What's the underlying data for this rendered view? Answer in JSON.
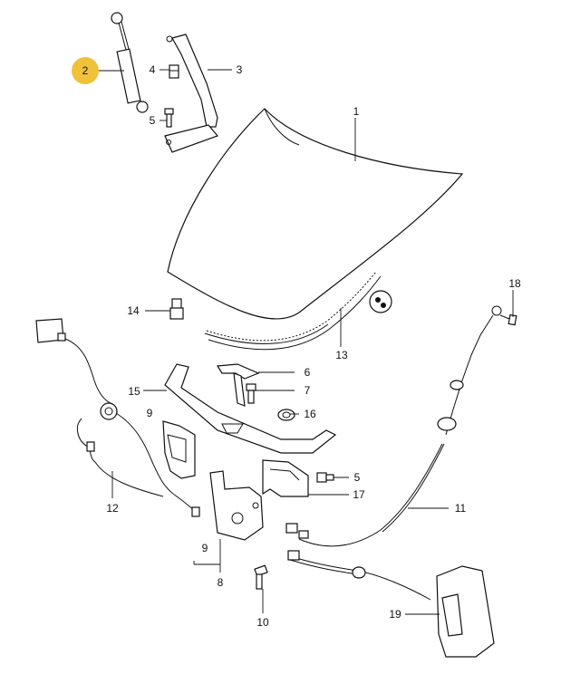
{
  "highlight_color": "#f0c23a",
  "line_color": "#111111",
  "callouts": {
    "c1": "1",
    "c2": "2",
    "c3": "3",
    "c4": "4",
    "c5a": "5",
    "c5b": "5",
    "c6": "6",
    "c7": "7",
    "c8": "8",
    "c9a": "9",
    "c9b": "9",
    "c10": "10",
    "c11": "11",
    "c12": "12",
    "c13": "13",
    "c14": "14",
    "c15": "15",
    "c16": "16",
    "c17": "17",
    "c18": "18",
    "c19": "19"
  },
  "highlighted_callout": "2"
}
